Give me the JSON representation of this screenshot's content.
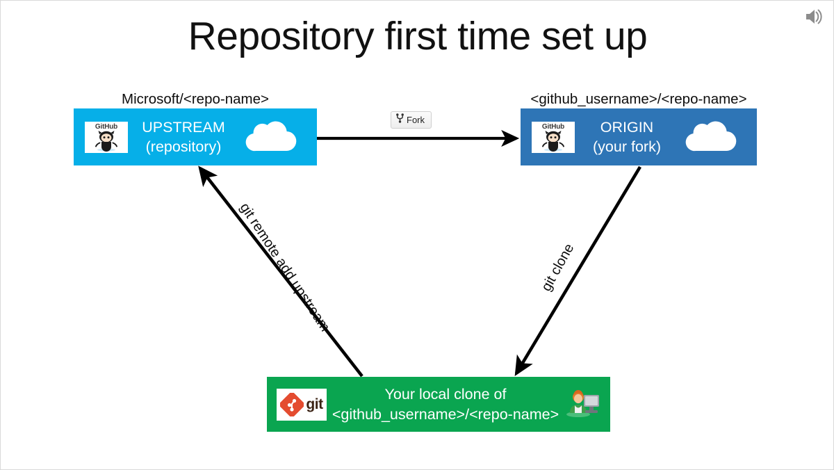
{
  "slide": {
    "title": "Repository first time set up",
    "background_color": "#ffffff",
    "audio_icon": "speaker-icon"
  },
  "nodes": [
    {
      "id": "upstream",
      "caption": "Microsoft/<repo-name>",
      "line1": "UPSTREAM",
      "line2": "(repository)",
      "color": "#06AFE8",
      "left_icon": "github-octocat-icon",
      "left_icon_label": "GitHub",
      "right_icon": "cloud-icon"
    },
    {
      "id": "origin",
      "caption": "<github_username>/<repo-name>",
      "line1": "ORIGIN",
      "line2": "(your fork)",
      "color": "#2E75B6",
      "left_icon": "github-octocat-icon",
      "left_icon_label": "GitHub",
      "right_icon": "cloud-icon"
    },
    {
      "id": "local",
      "caption": "",
      "line1": "Your local clone of",
      "line2": "<github_username>/<repo-name>",
      "color": "#0AA550",
      "left_icon": "git-logo-icon",
      "left_icon_label": "git",
      "right_icon": "person-at-computer-icon"
    }
  ],
  "fork_button": {
    "label": "Fork",
    "icon": "fork-branch-icon"
  },
  "edges": [
    {
      "id": "fork-edge",
      "label": "",
      "from": "upstream",
      "to": "origin"
    },
    {
      "id": "clone-edge",
      "label": "git clone",
      "from": "origin",
      "to": "local"
    },
    {
      "id": "remote-add-edge",
      "label": "git remote add upstream",
      "from": "local",
      "to": "upstream"
    }
  ]
}
